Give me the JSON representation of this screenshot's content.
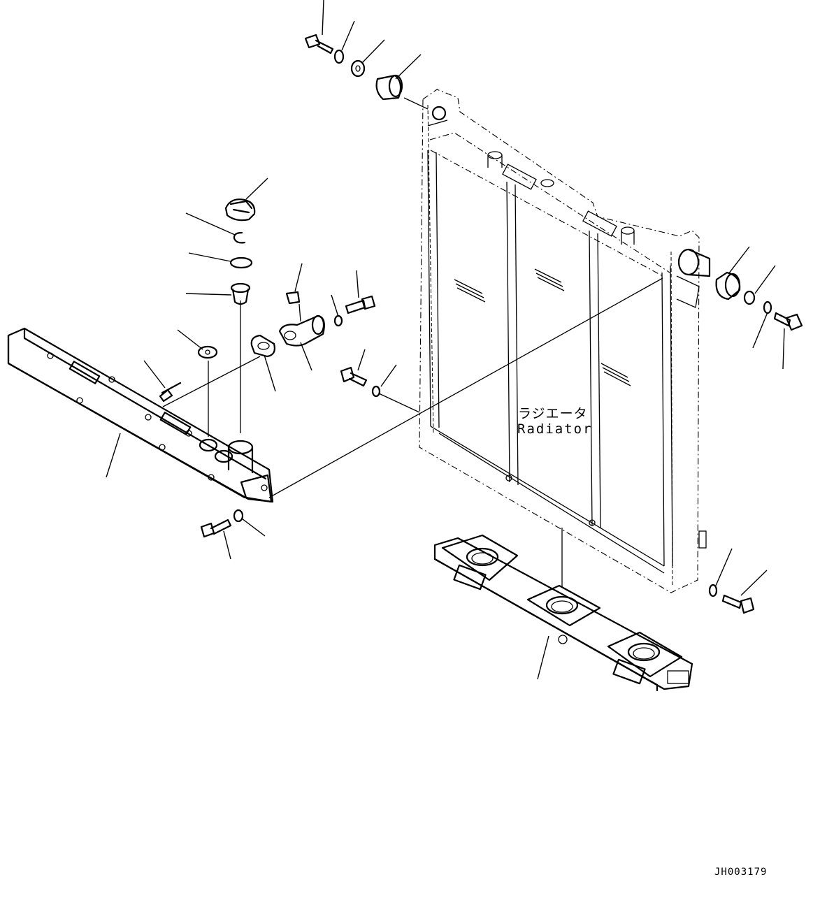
{
  "labels": {
    "radiator_jp": "ラジエータ",
    "radiator_en": "Radiator"
  },
  "drawing_id": "JH003179"
}
